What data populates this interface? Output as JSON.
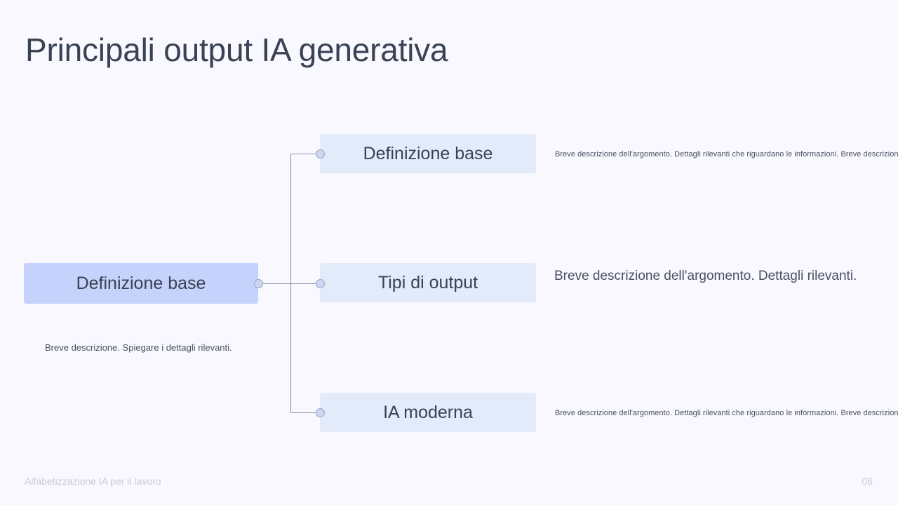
{
  "slide": {
    "title": "Principali output IA generativa",
    "background_color": "#f8f8fe",
    "title_color": "#3a4254"
  },
  "diagram": {
    "root": {
      "label": "Definizione base",
      "description": "Breve descrizione. Spiegare i dettagli rilevanti.",
      "fill_color": "#c5d2fb"
    },
    "branches": [
      {
        "label": "Definizione base",
        "description": "Breve descrizione dell'argomento. Dettagli rilevanti che riguardano le informazioni. Breve descrizione.",
        "fill_color": "#e3ebfa"
      },
      {
        "label": "Tipi di output",
        "description": "Breve descrizione dell'argomento. Dettagli rilevanti.",
        "fill_color": "#e3ebfa"
      },
      {
        "label": "IA moderna",
        "description": "Breve descrizione dell'argomento. Dettagli rilevanti che riguardano le informazioni. Breve descrizione.",
        "fill_color": "#e3ebfa"
      }
    ],
    "connector_color": "#8b93ad",
    "node_dot_color": "#ccd5f2"
  },
  "footer": {
    "left_text": "Alfabetizzazione IA per il lavoro",
    "page_number": "06",
    "text_color": "#c7c9d8"
  }
}
